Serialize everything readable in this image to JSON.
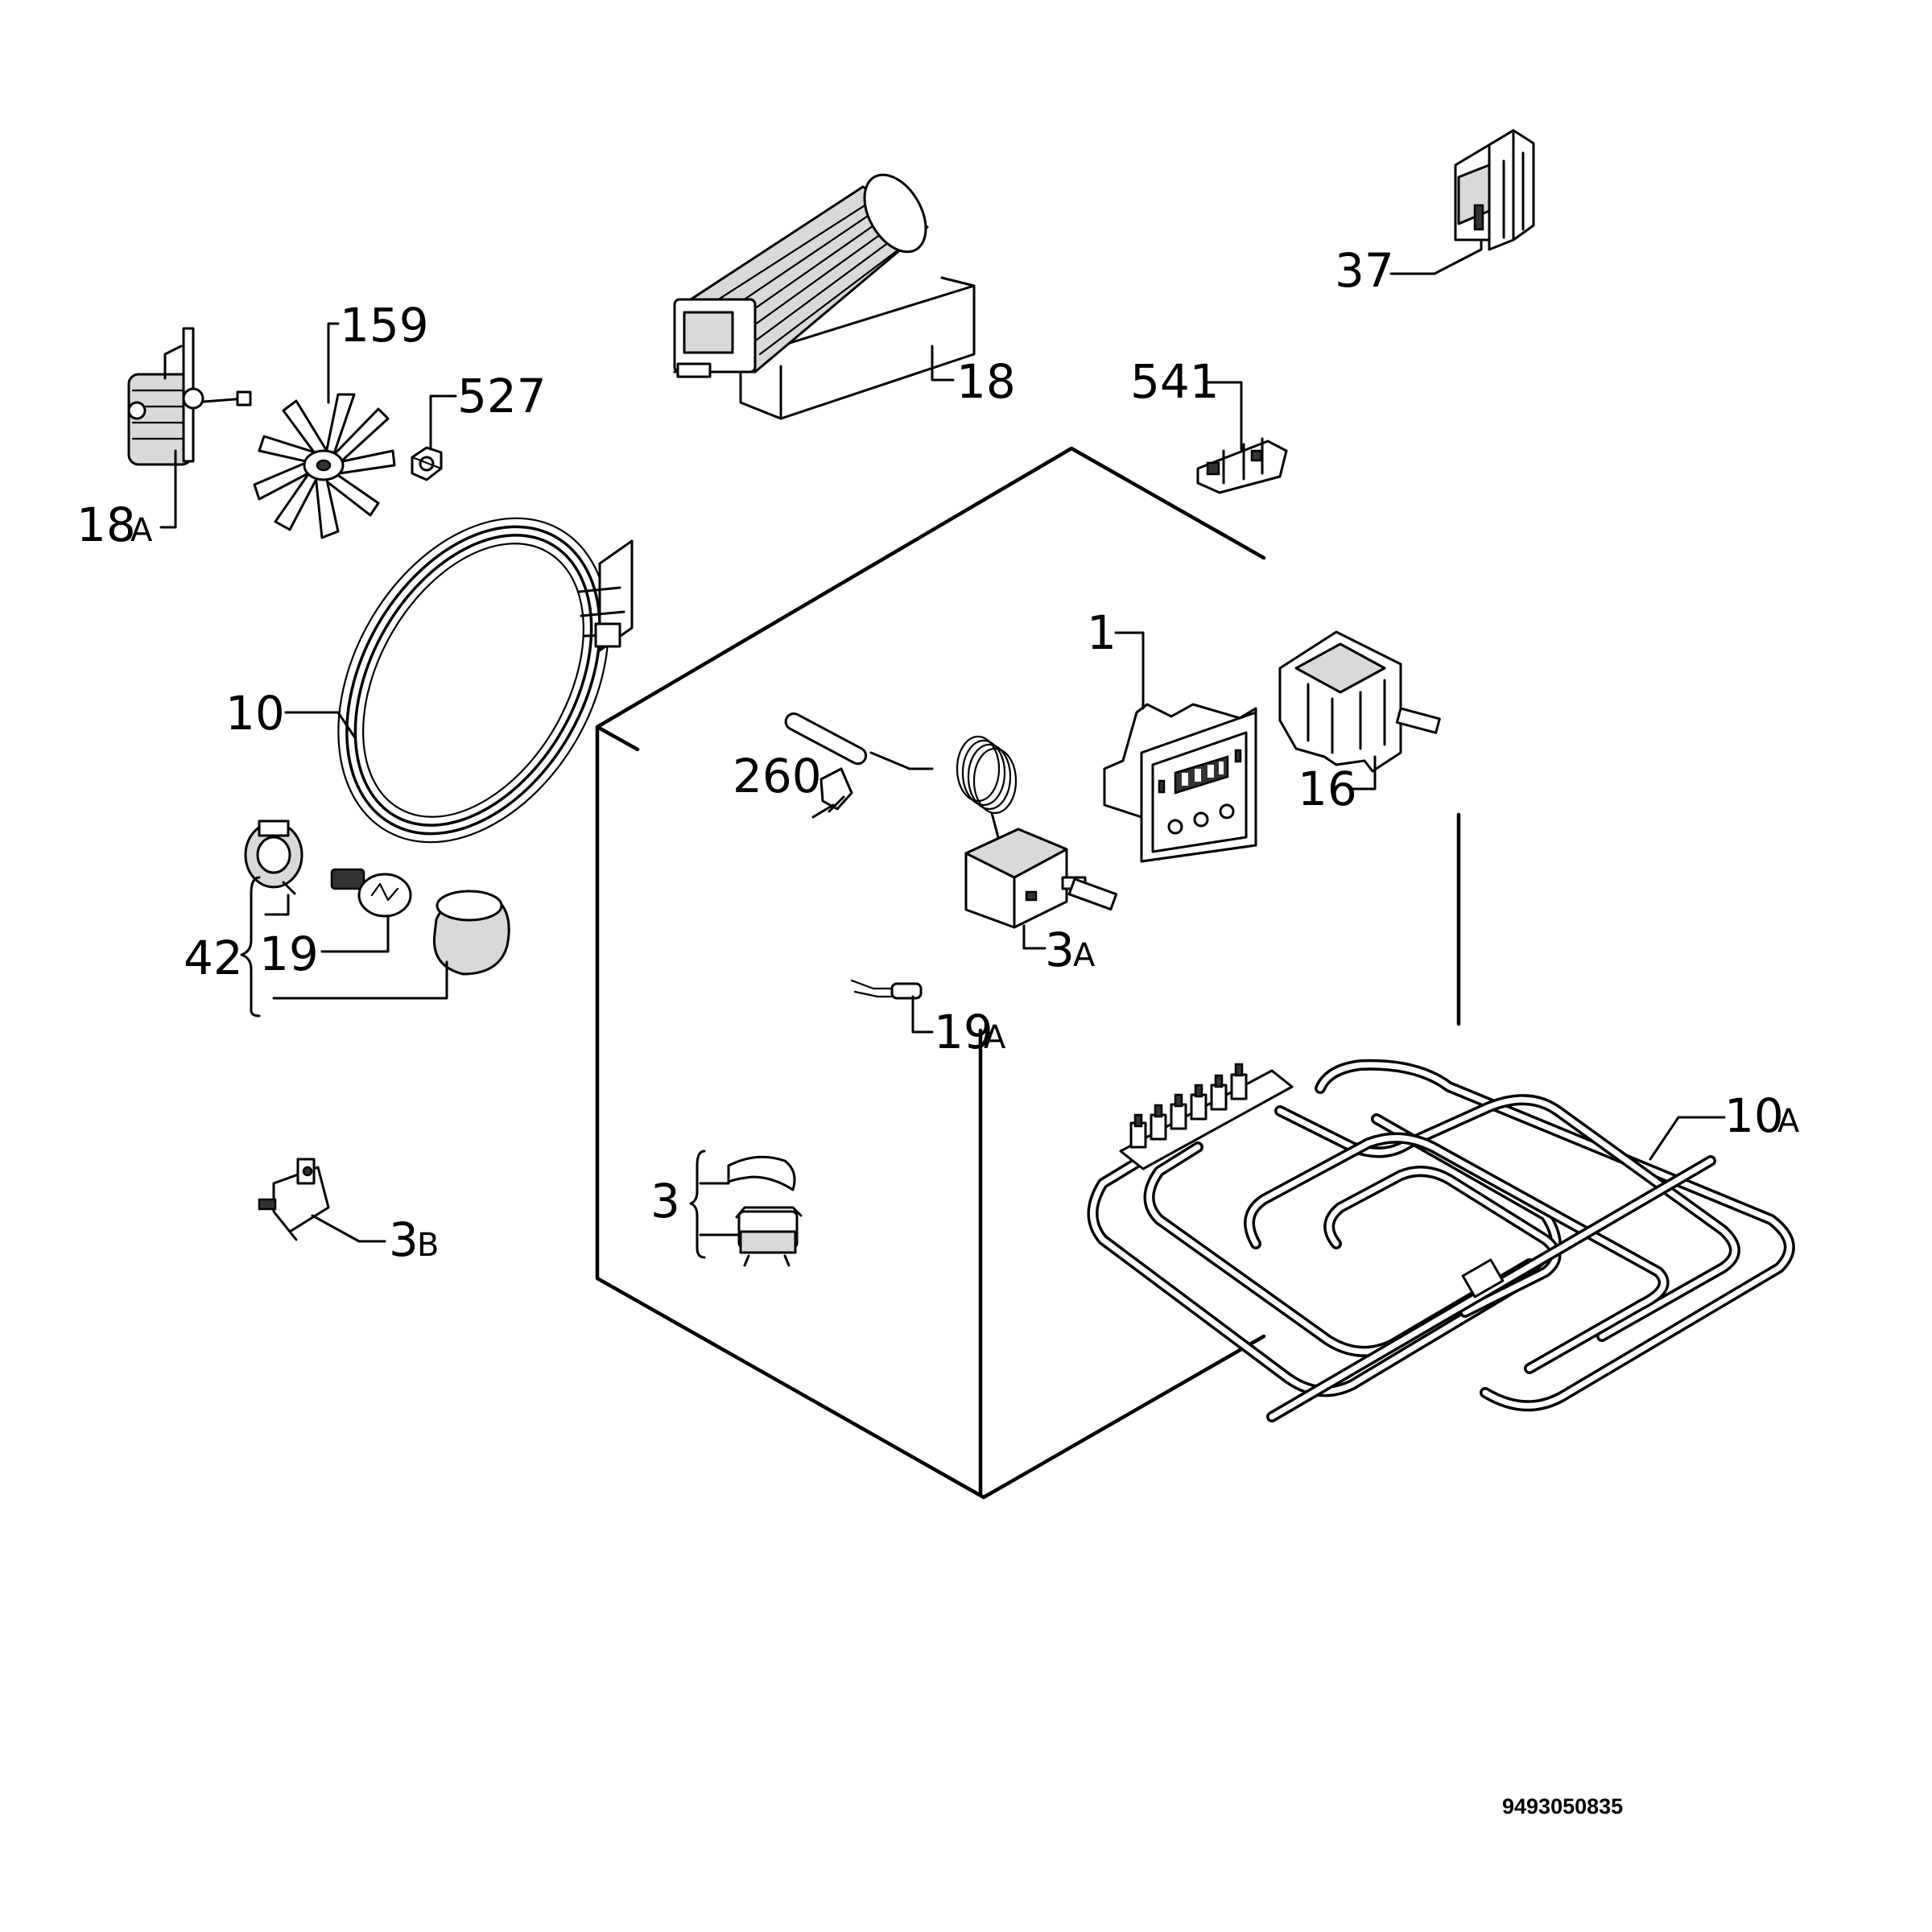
{
  "labels": {
    "l1": "1",
    "l3": "3",
    "l3a": "3",
    "l3a_sub": "A",
    "l3b": "3",
    "l3b_sub": "B",
    "l10": "10",
    "l10a": "10",
    "l10a_sub": "A",
    "l16": "16",
    "l18": "18",
    "l18a": "18",
    "l18a_sub": "A",
    "l19": "19",
    "l19a": "19",
    "l19a_sub": "A",
    "l37": "37",
    "l42": "42",
    "l159": "159",
    "l260": "260",
    "l527": "527",
    "l541": "541"
  },
  "drawing_code": "9493050835"
}
